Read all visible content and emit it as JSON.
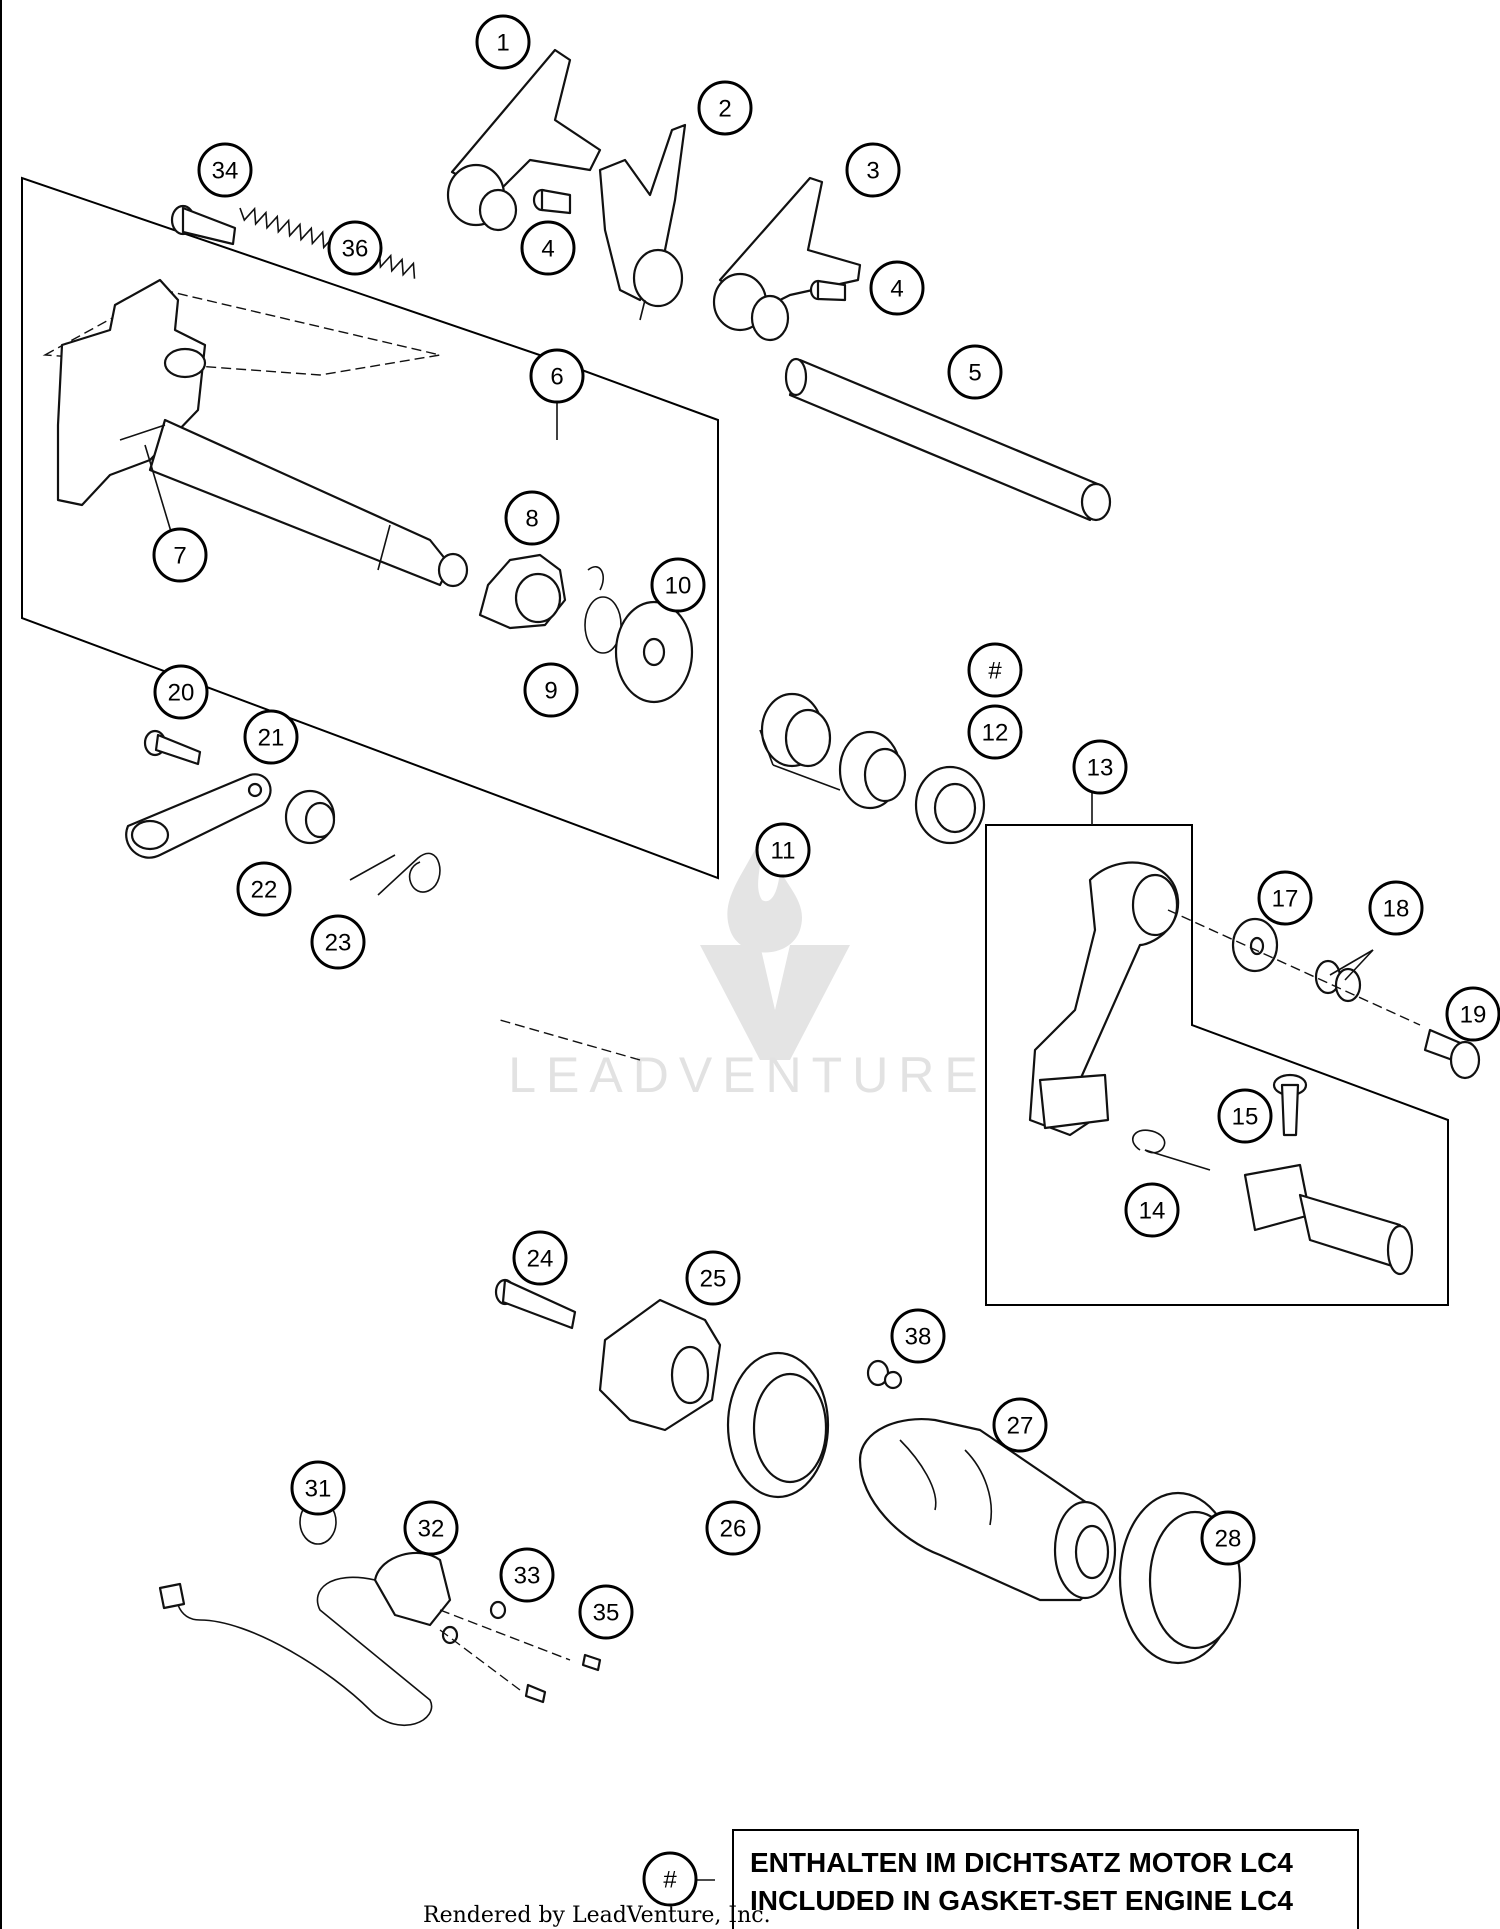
{
  "callouts": {
    "c1": "1",
    "c2": "2",
    "c3": "3",
    "c4a": "4",
    "c4b": "4",
    "c5": "5",
    "c6": "6",
    "c7": "7",
    "c8": "8",
    "c9": "9",
    "c10": "10",
    "c11": "11",
    "c12": "12",
    "c13": "13",
    "c14": "14",
    "c15": "15",
    "c17": "17",
    "c18": "18",
    "c19": "19",
    "c20": "20",
    "c21": "21",
    "c22": "22",
    "c23": "23",
    "c24": "24",
    "c25": "25",
    "c26": "26",
    "c27": "27",
    "c28": "28",
    "c31": "31",
    "c32": "32",
    "c33": "33",
    "c34": "34",
    "c35": "35",
    "c36": "36",
    "c38": "38",
    "hash": "#",
    "legend_hash": "#"
  },
  "legend": {
    "line1": "ENTHALTEN IM DICHTSATZ MOTOR LC4",
    "line2": "INCLUDED IN GASKET-SET ENGINE LC4"
  },
  "watermark": {
    "text": "LEADVENTURE"
  },
  "footer": {
    "text": "Rendered by LeadVenture, Inc."
  }
}
